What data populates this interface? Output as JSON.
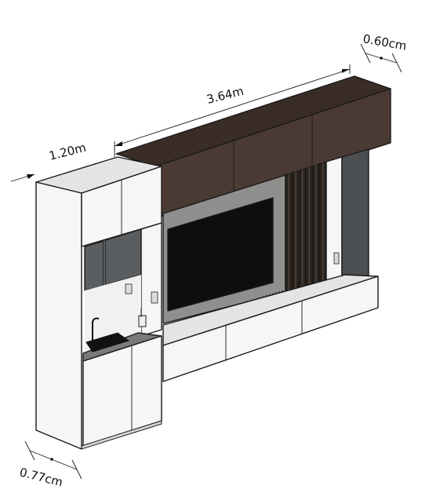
{
  "dimensions": {
    "width": "3.64m",
    "depth_top": "0.60cm",
    "height": "1.20m",
    "depth_bottom": "0.77cm"
  },
  "colors": {
    "wood": "#4a3a33",
    "wood_dark": "#3a2c26",
    "white": "#f6f6f6",
    "white_shade": "#e4e4e4",
    "concrete": "#8f8f8d",
    "tv": "#0e0e0e",
    "column": "#4c4f52",
    "slats": "#2a2420",
    "glass": "#5b5e61",
    "counter": "#7a7a78"
  }
}
